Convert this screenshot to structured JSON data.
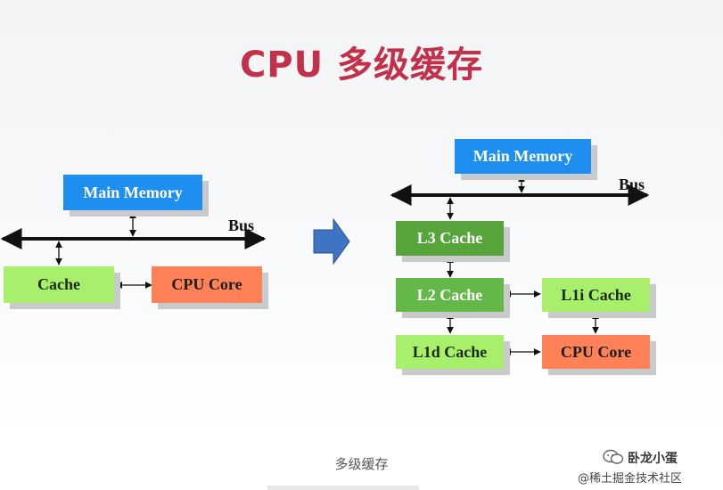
{
  "title": "CPU 多级缓存",
  "left_diagram": {
    "main_memory": "Main Memory",
    "bus": "Bus",
    "cache": "Cache",
    "cpu_core": "CPU Core"
  },
  "right_diagram": {
    "main_memory": "Main Memory",
    "bus": "Bus",
    "l3": "L3 Cache",
    "l2": "L2 Cache",
    "l1i": "L1i Cache",
    "l1d": "L1d Cache",
    "cpu_core": "CPU Core"
  },
  "caption": "多级缓存",
  "watermark": {
    "name": "卧龙小蛋",
    "site": "@稀土掘金技术社区"
  },
  "colors": {
    "title": "#c2304a",
    "main_memory": "#1e8ff0",
    "l3": "#56a43a",
    "l2": "#64b847",
    "light_green": "#a8f06b",
    "core": "#ff8158",
    "arrow": "#3f73c4"
  }
}
